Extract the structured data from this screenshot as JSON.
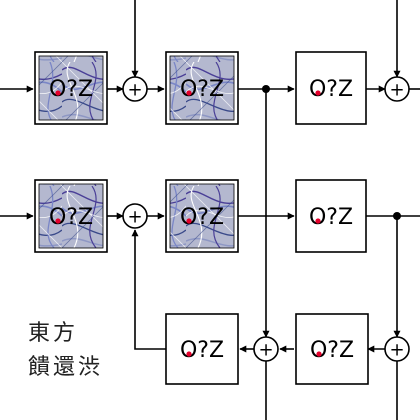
{
  "caption": {
    "line1": "東方",
    "line2": "饋還渋"
  },
  "block_label": "O?Z",
  "colors": {
    "stroke": "#000000",
    "background": "#ffffff",
    "dot_accent": "#e4002b",
    "texture_base": "#b4b8cf",
    "texture_lines": [
      "#4a3f97",
      "#7a86c6",
      "#3a4a8a",
      "#8e97c4",
      "#ffffff"
    ]
  },
  "blocks": [
    {
      "id": "r1-b1",
      "textured": true
    },
    {
      "id": "r1-b2",
      "textured": true
    },
    {
      "id": "r1-b3",
      "textured": false
    },
    {
      "id": "r2-b1",
      "textured": true
    },
    {
      "id": "r2-b2",
      "textured": true
    },
    {
      "id": "r2-b3",
      "textured": false
    },
    {
      "id": "r3-b1",
      "textured": false
    },
    {
      "id": "r3-b2",
      "textured": false
    }
  ],
  "summing_junctions": [
    {
      "id": "sum-r1-a",
      "symbol": "+"
    },
    {
      "id": "sum-r1-b",
      "symbol": "+"
    },
    {
      "id": "sum-r2-a",
      "symbol": "+"
    },
    {
      "id": "sum-r3-a",
      "symbol": "+"
    },
    {
      "id": "sum-r3-b",
      "symbol": "+"
    }
  ]
}
